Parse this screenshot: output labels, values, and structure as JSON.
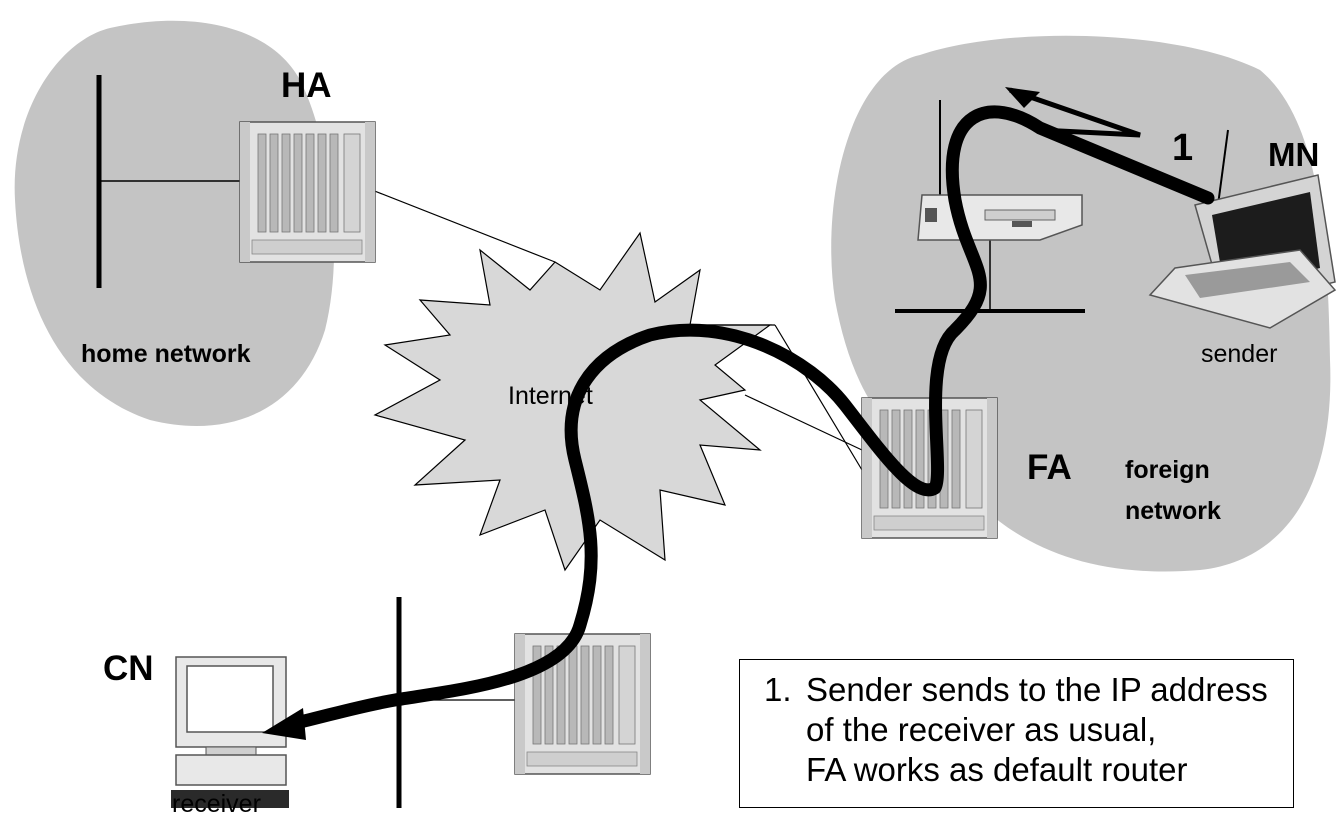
{
  "nodes": {
    "ha": "HA",
    "fa": "FA",
    "mn": "MN",
    "cn": "CN"
  },
  "networks": {
    "home": "home network",
    "foreign_line1": "foreign",
    "foreign_line2": "network",
    "internet": "Internet"
  },
  "roles": {
    "sender": "sender",
    "receiver": "receiver"
  },
  "step_marker": "1",
  "note": {
    "number": "1.",
    "line1": "Sender sends to the IP address",
    "line2": "of the receiver as usual,",
    "line3": "FA works as default router"
  },
  "colors": {
    "network_area": "#c4c4c4",
    "internet_cloud": "#d8d8d8",
    "device_body": "#e2e2e2",
    "path": "#000000"
  }
}
